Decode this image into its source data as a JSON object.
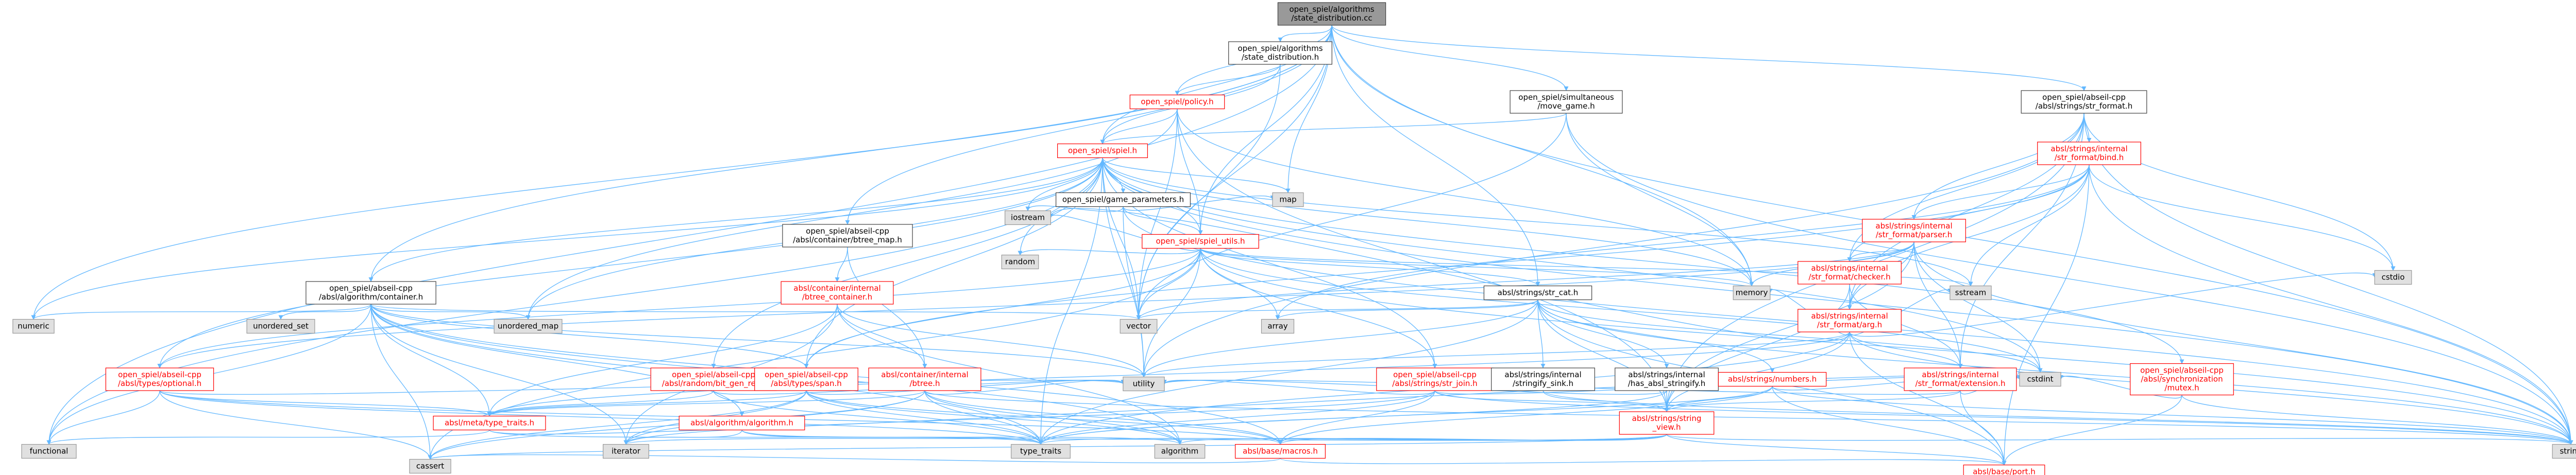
{
  "colors": {
    "edge": "#63b8ff",
    "root_fill": "#999999",
    "red_border": "#ff0000",
    "black_border": "#404040",
    "grey_fill": "#e0e0e0",
    "grey_border": "#999999"
  },
  "nodes": [
    {
      "id": "root",
      "lines": [
        "open_spiel/algorithms",
        "/state_distribution.cc"
      ],
      "style": "root"
    },
    {
      "id": "sd_h",
      "lines": [
        "open_spiel/algorithms",
        "/state_distribution.h"
      ],
      "style": "black"
    },
    {
      "id": "policy",
      "lines": [
        "open_spiel/policy.h"
      ],
      "style": "red"
    },
    {
      "id": "sim_move",
      "lines": [
        "open_spiel/simultaneous",
        "/move_game.h"
      ],
      "style": "black"
    },
    {
      "id": "str_format",
      "lines": [
        "open_spiel/abseil-cpp",
        "/absl/strings/str_format.h"
      ],
      "style": "black"
    },
    {
      "id": "spiel",
      "lines": [
        "open_spiel/spiel.h"
      ],
      "style": "red"
    },
    {
      "id": "bind",
      "lines": [
        "absl/strings/internal",
        "/str_format/bind.h"
      ],
      "style": "red"
    },
    {
      "id": "game_params",
      "lines": [
        "open_spiel/game_parameters.h"
      ],
      "style": "black"
    },
    {
      "id": "parser",
      "lines": [
        "absl/strings/internal",
        "/str_format/parser.h"
      ],
      "style": "red"
    },
    {
      "id": "btree_map",
      "lines": [
        "open_spiel/abseil-cpp",
        "/absl/container/btree_map.h"
      ],
      "style": "black"
    },
    {
      "id": "spiel_utils",
      "lines": [
        "open_spiel/spiel_utils.h"
      ],
      "style": "red"
    },
    {
      "id": "checker",
      "lines": [
        "absl/strings/internal",
        "/str_format/checker.h"
      ],
      "style": "red"
    },
    {
      "id": "btree_container",
      "lines": [
        "absl/container/internal",
        "/btree_container.h"
      ],
      "style": "red"
    },
    {
      "id": "algo_container",
      "lines": [
        "open_spiel/abseil-cpp",
        "/absl/algorithm/container.h"
      ],
      "style": "black"
    },
    {
      "id": "str_cat",
      "lines": [
        "absl/strings/str_cat.h"
      ],
      "style": "black"
    },
    {
      "id": "arg",
      "lines": [
        "absl/strings/internal",
        "/str_format/arg.h"
      ],
      "style": "red"
    },
    {
      "id": "optional",
      "lines": [
        "open_spiel/abseil-cpp",
        "/absl/types/optional.h"
      ],
      "style": "red"
    },
    {
      "id": "btree",
      "lines": [
        "absl/container/internal",
        "/btree.h"
      ],
      "style": "red"
    },
    {
      "id": "random_gen",
      "lines": [
        "open_spiel/abseil-cpp",
        "/absl/random/bit_gen_ref.h"
      ],
      "style": "red"
    },
    {
      "id": "span",
      "lines": [
        "open_spiel/abseil-cpp",
        "/absl/types/span.h"
      ],
      "style": "red"
    },
    {
      "id": "str_join",
      "lines": [
        "open_spiel/abseil-cpp",
        "/absl/strings/str_join.h"
      ],
      "style": "red"
    },
    {
      "id": "stringify_sink",
      "lines": [
        "absl/strings/internal",
        "/stringify_sink.h"
      ],
      "style": "black"
    },
    {
      "id": "has_stringify",
      "lines": [
        "absl/strings/internal",
        "/has_absl_stringify.h"
      ],
      "style": "black"
    },
    {
      "id": "numbers",
      "lines": [
        "absl/strings/numbers.h"
      ],
      "style": "red"
    },
    {
      "id": "extension",
      "lines": [
        "absl/strings/internal",
        "/str_format/extension.h"
      ],
      "style": "red"
    },
    {
      "id": "mutex",
      "lines": [
        "open_spiel/abseil-cpp",
        "/absl/synchronization",
        "/mutex.h"
      ],
      "style": "red"
    },
    {
      "id": "type_traits_h",
      "lines": [
        "absl/meta/type_traits.h"
      ],
      "style": "red"
    },
    {
      "id": "algorithm_h",
      "lines": [
        "absl/algorithm/algorithm.h"
      ],
      "style": "red"
    },
    {
      "id": "string_view",
      "lines": [
        "absl/strings/string",
        "_view.h"
      ],
      "style": "red"
    },
    {
      "id": "macros",
      "lines": [
        "absl/base/macros.h"
      ],
      "style": "red"
    },
    {
      "id": "port",
      "lines": [
        "absl/base/port.h"
      ],
      "style": "red"
    },
    {
      "id": "numeric",
      "lines": [
        "numeric"
      ],
      "style": "grey"
    },
    {
      "id": "unordered_set",
      "lines": [
        "unordered_set"
      ],
      "style": "grey"
    },
    {
      "id": "unordered_map",
      "lines": [
        "unordered_map"
      ],
      "style": "grey"
    },
    {
      "id": "iostream",
      "lines": [
        "iostream"
      ],
      "style": "grey"
    },
    {
      "id": "map",
      "lines": [
        "map"
      ],
      "style": "grey"
    },
    {
      "id": "random",
      "lines": [
        "random"
      ],
      "style": "grey"
    },
    {
      "id": "vector",
      "lines": [
        "vector"
      ],
      "style": "grey"
    },
    {
      "id": "array",
      "lines": [
        "array"
      ],
      "style": "grey"
    },
    {
      "id": "memory",
      "lines": [
        "memory"
      ],
      "style": "grey"
    },
    {
      "id": "sstream",
      "lines": [
        "sstream"
      ],
      "style": "grey"
    },
    {
      "id": "utility",
      "lines": [
        "utility"
      ],
      "style": "grey"
    },
    {
      "id": "cstdint",
      "lines": [
        "cstdint"
      ],
      "style": "grey"
    },
    {
      "id": "cstdio",
      "lines": [
        "cstdio"
      ],
      "style": "grey"
    },
    {
      "id": "functional",
      "lines": [
        "functional"
      ],
      "style": "grey"
    },
    {
      "id": "iterator",
      "lines": [
        "iterator"
      ],
      "style": "grey"
    },
    {
      "id": "type_traits",
      "lines": [
        "type_traits"
      ],
      "style": "grey"
    },
    {
      "id": "algorithm",
      "lines": [
        "algorithm"
      ],
      "style": "grey"
    },
    {
      "id": "string",
      "lines": [
        "string"
      ],
      "style": "grey"
    },
    {
      "id": "cassert",
      "lines": [
        "cassert"
      ],
      "style": "grey"
    }
  ],
  "edges": [
    [
      "root",
      "sd_h"
    ],
    [
      "root",
      "policy"
    ],
    [
      "root",
      "sim_move"
    ],
    [
      "root",
      "str_format"
    ],
    [
      "root",
      "spiel"
    ],
    [
      "root",
      "spiel_utils"
    ],
    [
      "root",
      "btree_map"
    ],
    [
      "root",
      "algo_container"
    ],
    [
      "root",
      "str_cat"
    ],
    [
      "root",
      "map"
    ],
    [
      "root",
      "vector"
    ],
    [
      "root",
      "memory"
    ],
    [
      "root",
      "numeric"
    ],
    [
      "root",
      "functional"
    ],
    [
      "root",
      "string"
    ],
    [
      "sd_h",
      "policy"
    ],
    [
      "sd_h",
      "spiel"
    ],
    [
      "sd_h",
      "vector"
    ],
    [
      "policy",
      "spiel"
    ],
    [
      "policy",
      "spiel_utils"
    ],
    [
      "policy",
      "string_view"
    ],
    [
      "policy",
      "unordered_map"
    ],
    [
      "policy",
      "vector"
    ],
    [
      "policy",
      "memory"
    ],
    [
      "sim_move",
      "spiel"
    ],
    [
      "sim_move",
      "vector"
    ],
    [
      "sim_move",
      "string"
    ],
    [
      "sim_move",
      "memory"
    ],
    [
      "str_format",
      "bind"
    ],
    [
      "str_format",
      "checker"
    ],
    [
      "str_format",
      "arg"
    ],
    [
      "str_format",
      "parser"
    ],
    [
      "str_format",
      "extension"
    ],
    [
      "str_format",
      "cstdio"
    ],
    [
      "str_format",
      "string"
    ],
    [
      "str_format",
      "string_view"
    ],
    [
      "str_format",
      "utility"
    ],
    [
      "spiel",
      "game_params"
    ],
    [
      "spiel",
      "spiel_utils"
    ],
    [
      "spiel",
      "algo_container"
    ],
    [
      "spiel",
      "optional"
    ],
    [
      "spiel",
      "span"
    ],
    [
      "spiel",
      "random_gen"
    ],
    [
      "spiel",
      "str_join"
    ],
    [
      "spiel",
      "mutex"
    ],
    [
      "spiel",
      "iostream"
    ],
    [
      "spiel",
      "map"
    ],
    [
      "spiel",
      "random"
    ],
    [
      "spiel",
      "memory"
    ],
    [
      "spiel",
      "numeric"
    ],
    [
      "spiel",
      "sstream"
    ],
    [
      "spiel",
      "unordered_map"
    ],
    [
      "spiel",
      "vector"
    ],
    [
      "spiel",
      "string"
    ],
    [
      "spiel",
      "utility"
    ],
    [
      "spiel",
      "functional"
    ],
    [
      "spiel",
      "cstdint"
    ],
    [
      "spiel",
      "type_traits"
    ],
    [
      "bind",
      "arg"
    ],
    [
      "bind",
      "checker"
    ],
    [
      "bind",
      "parser"
    ],
    [
      "bind",
      "span"
    ],
    [
      "bind",
      "string"
    ],
    [
      "bind",
      "array"
    ],
    [
      "bind",
      "cstdio"
    ],
    [
      "bind",
      "sstream"
    ],
    [
      "bind",
      "port"
    ],
    [
      "game_params",
      "spiel_utils"
    ],
    [
      "game_params",
      "map"
    ],
    [
      "game_params",
      "string"
    ],
    [
      "game_params",
      "iostream"
    ],
    [
      "game_params",
      "utility"
    ],
    [
      "parser",
      "arg"
    ],
    [
      "parser",
      "checker"
    ],
    [
      "parser",
      "extension"
    ],
    [
      "parser",
      "memory"
    ],
    [
      "parser",
      "vector"
    ],
    [
      "parser",
      "string"
    ],
    [
      "parser",
      "cstdint"
    ],
    [
      "parser",
      "string_view"
    ],
    [
      "parser",
      "optional"
    ],
    [
      "btree_map",
      "btree_container"
    ],
    [
      "btree_map",
      "btree"
    ],
    [
      "spiel_utils",
      "str_cat"
    ],
    [
      "spiel_utils",
      "optional"
    ],
    [
      "spiel_utils",
      "span"
    ],
    [
      "spiel_utils",
      "str_join"
    ],
    [
      "spiel_utils",
      "random"
    ],
    [
      "spiel_utils",
      "array"
    ],
    [
      "spiel_utils",
      "vector"
    ],
    [
      "spiel_utils",
      "memory"
    ],
    [
      "spiel_utils",
      "sstream"
    ],
    [
      "spiel_utils",
      "string"
    ],
    [
      "spiel_utils",
      "utility"
    ],
    [
      "spiel_utils",
      "cstdint"
    ],
    [
      "spiel_utils",
      "iostream"
    ],
    [
      "spiel_utils",
      "cassert"
    ],
    [
      "checker",
      "arg"
    ],
    [
      "checker",
      "extension"
    ],
    [
      "checker",
      "string_view"
    ],
    [
      "btree_container",
      "btree"
    ],
    [
      "btree_container",
      "type_traits_h"
    ],
    [
      "btree_container",
      "iterator"
    ],
    [
      "btree_container",
      "utility"
    ],
    [
      "btree_container",
      "algorithm"
    ],
    [
      "algo_container",
      "algorithm_h"
    ],
    [
      "algo_container",
      "type_traits_h"
    ],
    [
      "algo_container",
      "span"
    ],
    [
      "algo_container",
      "iterator"
    ],
    [
      "algo_container",
      "numeric"
    ],
    [
      "algo_container",
      "functional"
    ],
    [
      "algo_container",
      "unordered_map"
    ],
    [
      "algo_container",
      "unordered_set"
    ],
    [
      "algo_container",
      "vector"
    ],
    [
      "algo_container",
      "utility"
    ],
    [
      "algo_container",
      "type_traits"
    ],
    [
      "algo_container",
      "cassert"
    ],
    [
      "algo_container",
      "algorithm"
    ],
    [
      "algo_container",
      "macros"
    ],
    [
      "str_cat",
      "stringify_sink"
    ],
    [
      "str_cat",
      "has_stringify"
    ],
    [
      "str_cat",
      "numbers"
    ],
    [
      "str_cat",
      "string_view"
    ],
    [
      "str_cat",
      "array"
    ],
    [
      "str_cat",
      "vector"
    ],
    [
      "str_cat",
      "utility"
    ],
    [
      "str_cat",
      "cstdint"
    ],
    [
      "str_cat",
      "string"
    ],
    [
      "str_cat",
      "type_traits"
    ],
    [
      "str_cat",
      "port"
    ],
    [
      "arg",
      "extension"
    ],
    [
      "arg",
      "string_view"
    ],
    [
      "arg",
      "type_traits_h"
    ],
    [
      "arg",
      "memory"
    ],
    [
      "arg",
      "sstream"
    ],
    [
      "arg",
      "string"
    ],
    [
      "arg",
      "utility"
    ],
    [
      "arg",
      "cstdio"
    ],
    [
      "arg",
      "iostream"
    ],
    [
      "arg",
      "type_traits"
    ],
    [
      "arg",
      "port"
    ],
    [
      "optional",
      "type_traits_h"
    ],
    [
      "optional",
      "utility"
    ],
    [
      "optional",
      "functional"
    ],
    [
      "optional",
      "type_traits"
    ],
    [
      "optional",
      "cassert"
    ],
    [
      "optional",
      "macros"
    ],
    [
      "btree",
      "type_traits_h"
    ],
    [
      "btree",
      "macros"
    ],
    [
      "btree",
      "iterator"
    ],
    [
      "btree",
      "utility"
    ],
    [
      "btree",
      "algorithm"
    ],
    [
      "btree",
      "string"
    ],
    [
      "btree",
      "cassert"
    ],
    [
      "btree",
      "type_traits"
    ],
    [
      "random_gen",
      "type_traits_h"
    ],
    [
      "random_gen",
      "utility"
    ],
    [
      "random_gen",
      "type_traits"
    ],
    [
      "span",
      "type_traits_h"
    ],
    [
      "span",
      "algorithm"
    ],
    [
      "span",
      "iterator"
    ],
    [
      "span",
      "type_traits"
    ],
    [
      "span",
      "cassert"
    ],
    [
      "span",
      "macros"
    ],
    [
      "span",
      "utility"
    ],
    [
      "str_join",
      "string_view"
    ],
    [
      "str_join",
      "macros"
    ],
    [
      "str_join",
      "iterator"
    ],
    [
      "str_join",
      "string"
    ],
    [
      "str_join",
      "type_traits"
    ],
    [
      "str_join",
      "utility"
    ],
    [
      "str_join",
      "cstdint"
    ],
    [
      "stringify_sink",
      "string_view"
    ],
    [
      "stringify_sink",
      "string"
    ],
    [
      "has_stringify",
      "string_view"
    ],
    [
      "has_stringify",
      "type_traits"
    ],
    [
      "has_stringify",
      "utility"
    ],
    [
      "numbers",
      "string_view"
    ],
    [
      "numbers",
      "macros"
    ],
    [
      "numbers",
      "port"
    ],
    [
      "numbers",
      "string"
    ],
    [
      "numbers",
      "type_traits"
    ],
    [
      "numbers",
      "cstdint"
    ],
    [
      "extension",
      "string_view"
    ],
    [
      "extension",
      "cstdint"
    ],
    [
      "extension",
      "port"
    ],
    [
      "extension",
      "utility"
    ],
    [
      "mutex",
      "port"
    ],
    [
      "mutex",
      "cstdint"
    ],
    [
      "mutex",
      "string"
    ],
    [
      "type_traits_h",
      "functional"
    ],
    [
      "type_traits_h",
      "type_traits"
    ],
    [
      "type_traits_h",
      "cstdint"
    ],
    [
      "algorithm_h",
      "iterator"
    ],
    [
      "algorithm_h",
      "algorithm"
    ],
    [
      "algorithm_h",
      "type_traits"
    ],
    [
      "string_view",
      "algorithm"
    ],
    [
      "string_view",
      "iterator"
    ],
    [
      "string_view",
      "string"
    ],
    [
      "string_view",
      "type_traits"
    ],
    [
      "string_view",
      "cassert"
    ],
    [
      "string_view",
      "macros"
    ],
    [
      "string_view",
      "port"
    ],
    [
      "macros",
      "port"
    ],
    [
      "macros",
      "cassert"
    ]
  ]
}
